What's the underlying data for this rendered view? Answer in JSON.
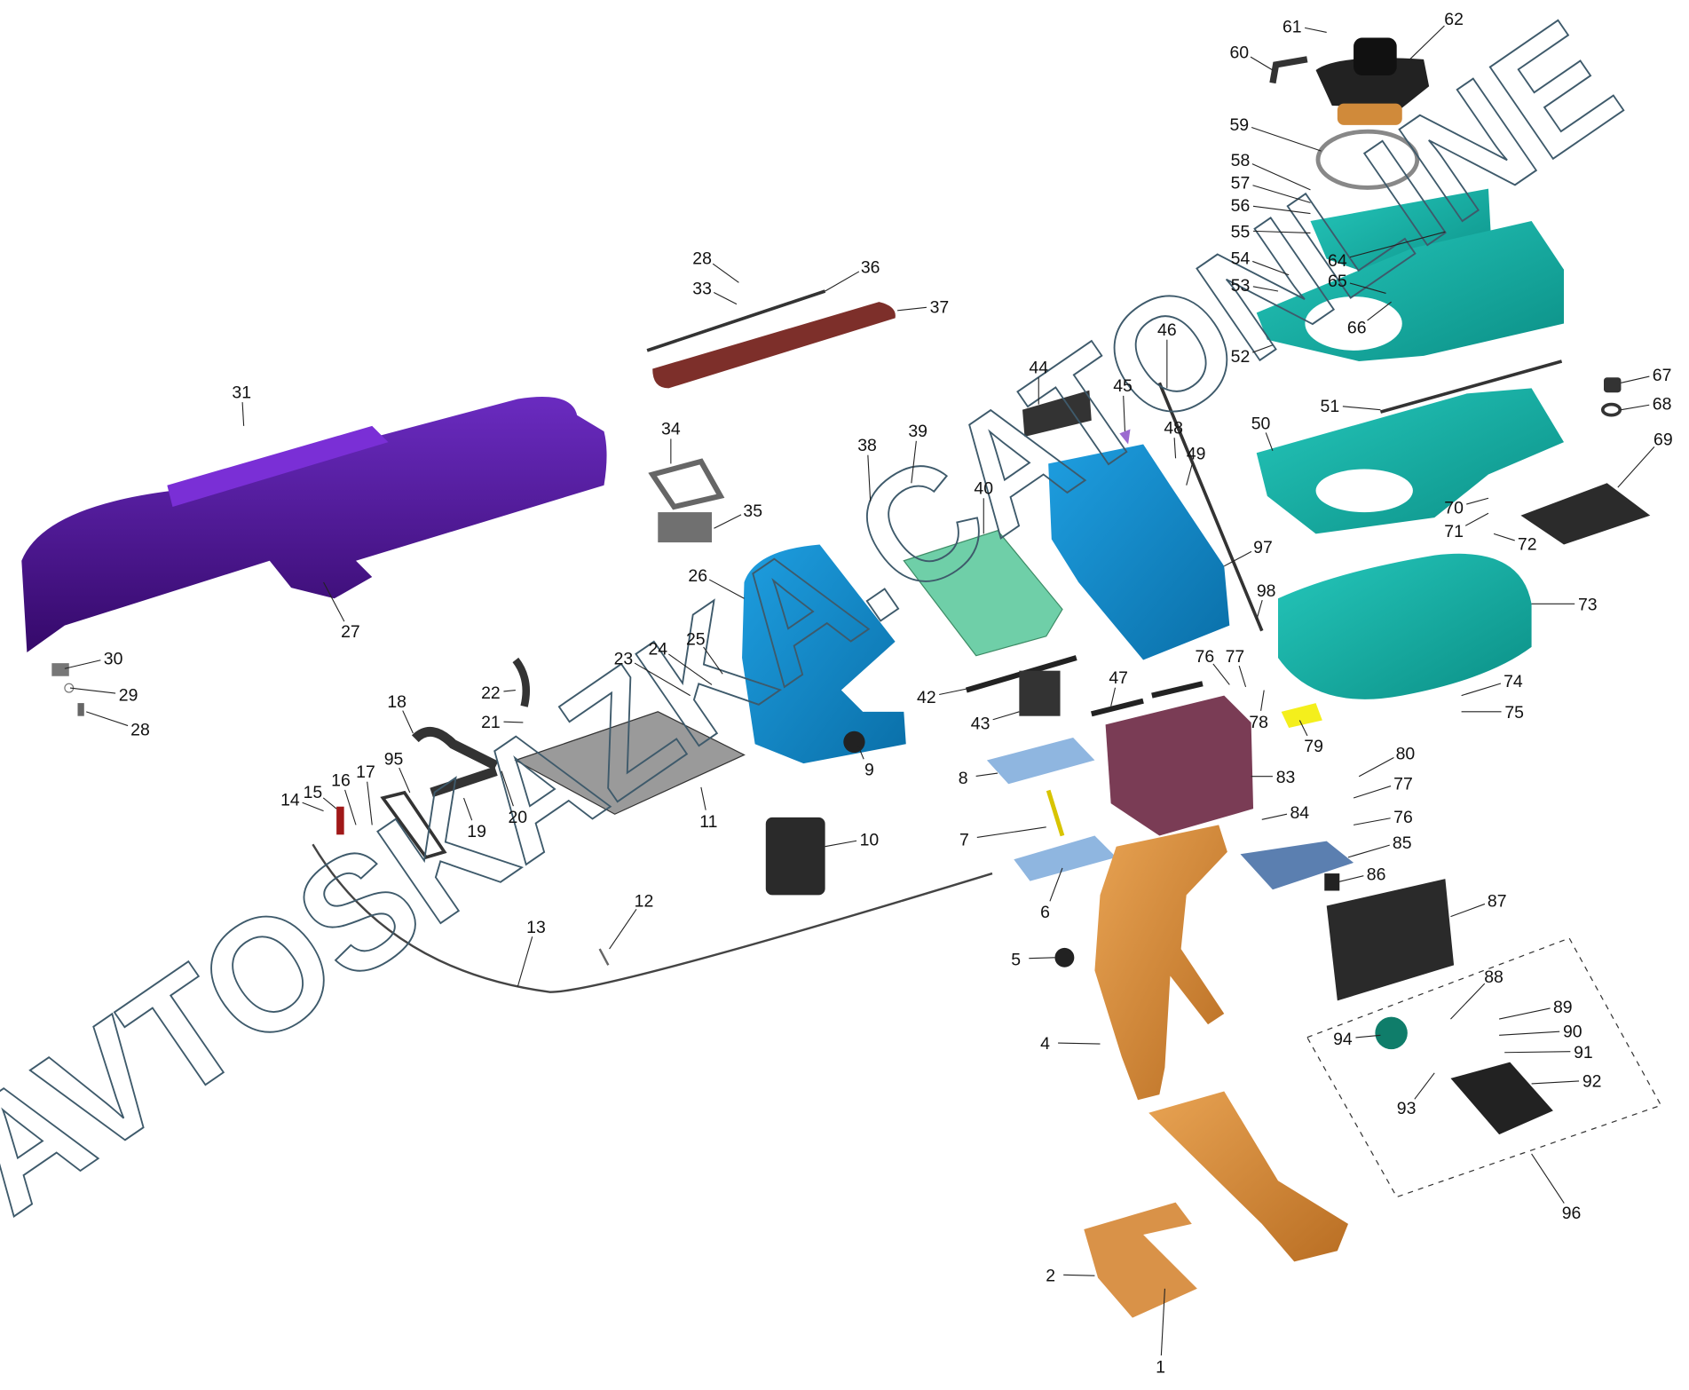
{
  "diagram": {
    "type": "exploded-parts-diagram",
    "watermark": "AVTOSKAZKA.CATONLINE",
    "callouts": [
      "1",
      "2",
      "4",
      "5",
      "6",
      "7",
      "8",
      "9",
      "10",
      "11",
      "12",
      "13",
      "14",
      "15",
      "16",
      "17",
      "18",
      "19",
      "20",
      "21",
      "22",
      "23",
      "24",
      "25",
      "26",
      "27",
      "28",
      "28",
      "29",
      "30",
      "31",
      "33",
      "34",
      "35",
      "36",
      "37",
      "38",
      "39",
      "40",
      "42",
      "43",
      "44",
      "45",
      "46",
      "47",
      "48",
      "49",
      "50",
      "51",
      "52",
      "53",
      "54",
      "55",
      "56",
      "57",
      "58",
      "59",
      "60",
      "61",
      "62",
      "64",
      "65",
      "66",
      "67",
      "68",
      "69",
      "70",
      "71",
      "72",
      "73",
      "74",
      "75",
      "76",
      "77",
      "78",
      "79",
      "80",
      "77",
      "76",
      "83",
      "84",
      "85",
      "86",
      "87",
      "88",
      "89",
      "90",
      "91",
      "92",
      "93",
      "94",
      "95",
      "96",
      "97",
      "98"
    ],
    "colors": {
      "dash_panel": "#4b148c",
      "air_duct": "#1a8fd0",
      "blower_housing": "#13a89e",
      "floor_duct": "#d08a3a",
      "trim_bar": "#7d2f2a",
      "flap_housing": "#7a3c55",
      "inner_duct": "#6fcfa8"
    }
  }
}
